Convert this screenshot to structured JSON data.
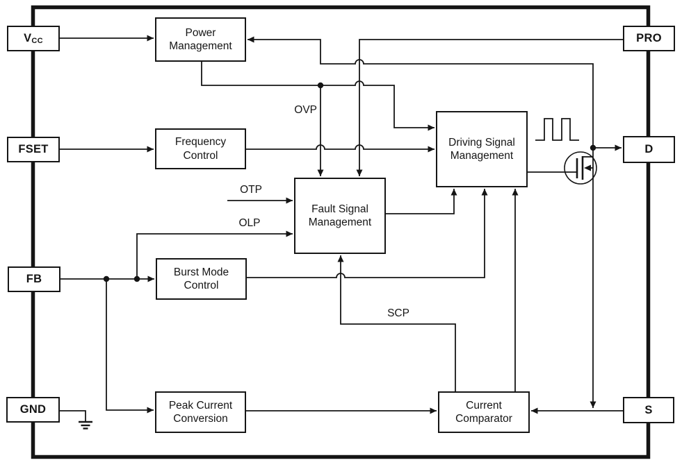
{
  "diagram": {
    "title": "IC functional block diagram",
    "pins_left": [
      {
        "id": "vcc",
        "label": "V",
        "sub": "CC"
      },
      {
        "id": "fset",
        "label": "FSET"
      },
      {
        "id": "fb",
        "label": "FB"
      },
      {
        "id": "gnd",
        "label": "GND"
      }
    ],
    "pins_right": [
      {
        "id": "pro",
        "label": "PRO"
      },
      {
        "id": "d",
        "label": "D"
      },
      {
        "id": "s",
        "label": "S"
      }
    ],
    "blocks": [
      {
        "id": "power-management",
        "label": "Power\nManagement"
      },
      {
        "id": "frequency-control",
        "label": "Frequency\nControl"
      },
      {
        "id": "fault-signal-management",
        "label": "Fault Signal\nManagement"
      },
      {
        "id": "driving-signal-management",
        "label": "Driving Signal\nManagement"
      },
      {
        "id": "burst-mode-control",
        "label": "Burst Mode\nControl"
      },
      {
        "id": "peak-current-conversion",
        "label": "Peak Current\nConversion"
      },
      {
        "id": "current-comparator",
        "label": "Current\nComparator"
      }
    ],
    "signal_labels": [
      {
        "id": "ovp",
        "label": "OVP"
      },
      {
        "id": "otp",
        "label": "OTP"
      },
      {
        "id": "olp",
        "label": "OLP"
      },
      {
        "id": "scp",
        "label": "SCP"
      }
    ],
    "colors": {
      "line": "#151515",
      "background": "#ffffff"
    }
  }
}
